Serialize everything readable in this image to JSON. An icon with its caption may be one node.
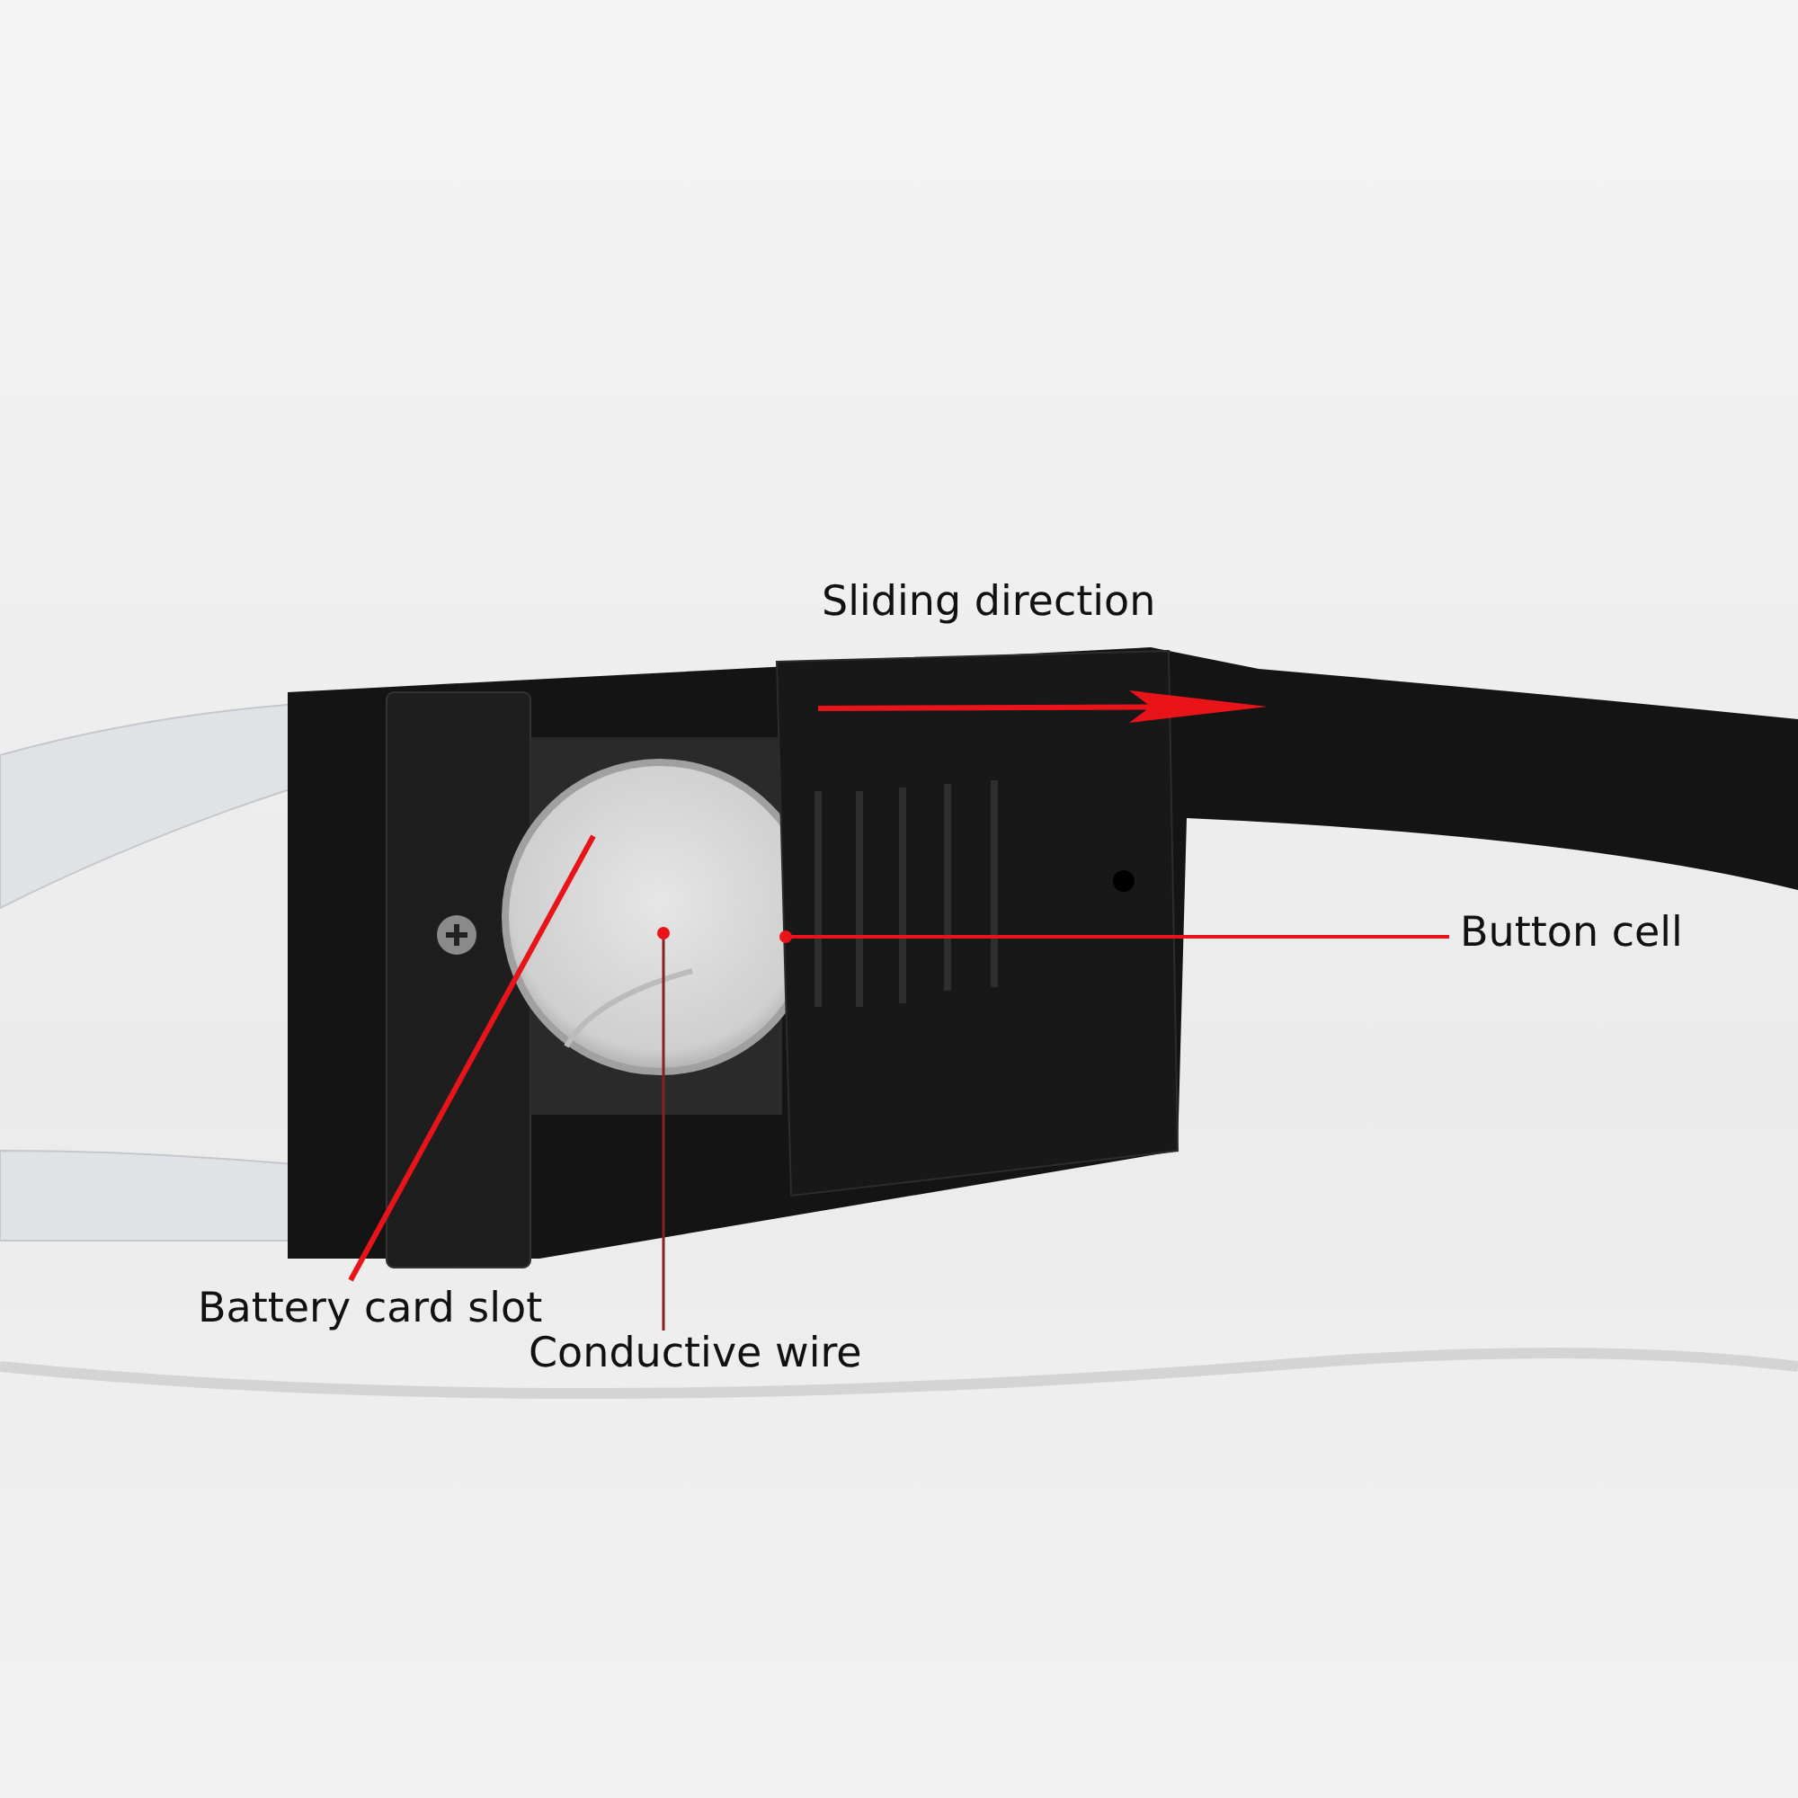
{
  "diagram": {
    "nodes": [
      {
        "text": [
          "Button cell"
        ]
      },
      {
        "text": [
          "Battery card slot"
        ]
      },
      {
        "text": [
          "Conductive wire"
        ]
      }
    ],
    "edges": [
      {
        "from": 0,
        "to": null,
        "arrow": "other"
      },
      {
        "from": 1,
        "to": null,
        "arrow": "none"
      },
      {
        "from": 2,
        "to": null,
        "arrow": "other",
        "color": "#8b2020"
      }
    ],
    "labels": [
      "Sliding direction"
    ]
  }
}
